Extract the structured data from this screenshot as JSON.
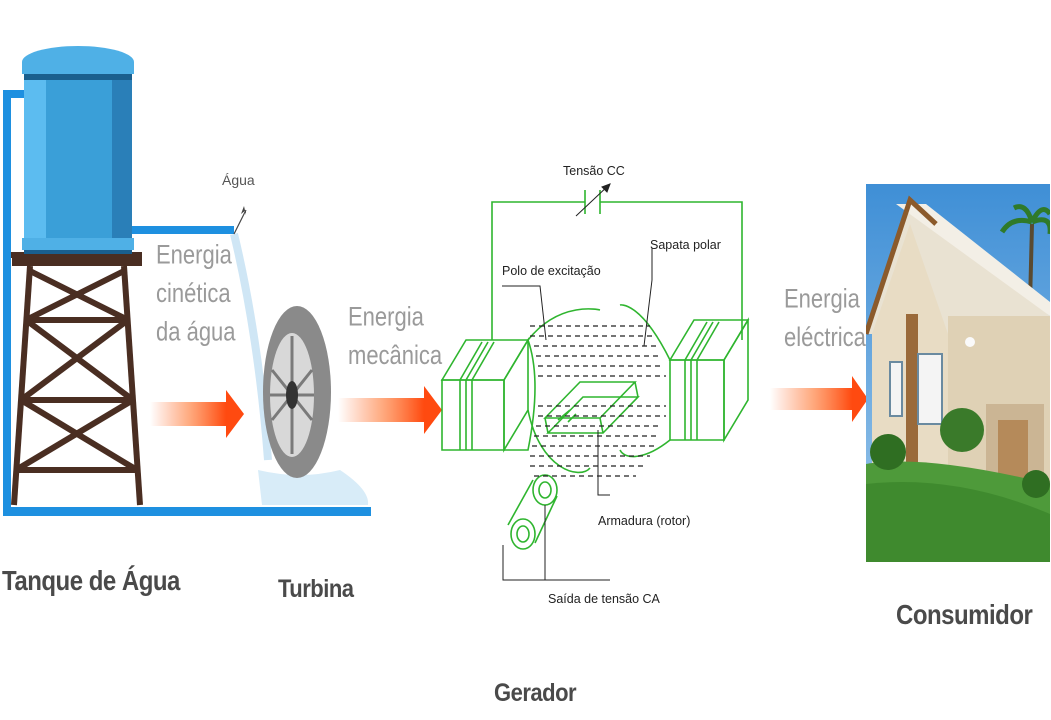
{
  "labels": {
    "tank": "Tanque de Água",
    "turbine": "Turbina",
    "generator": "Gerador",
    "consumer": "Consumidor"
  },
  "energy_labels": {
    "kinetic": [
      "Energia",
      "cinética",
      "da água"
    ],
    "mechanical": [
      "Energia",
      "mecânica"
    ],
    "electrical": [
      "Energia",
      "eléctrica"
    ]
  },
  "water_label": "Água",
  "generator_labels": {
    "dc_voltage": "Tensão CC",
    "pole_shoe": "Sapata polar",
    "excitation_pole": "Polo de excitação",
    "armature": "Armadura (rotor)",
    "ac_output": "Saída de tensão CA"
  },
  "colors": {
    "pipe": "#1e90e0",
    "tank": "#3a9fd8",
    "tower": "#4a2e22",
    "arrow": "#ff5a1a",
    "generator_lines": "#2fb52f"
  }
}
